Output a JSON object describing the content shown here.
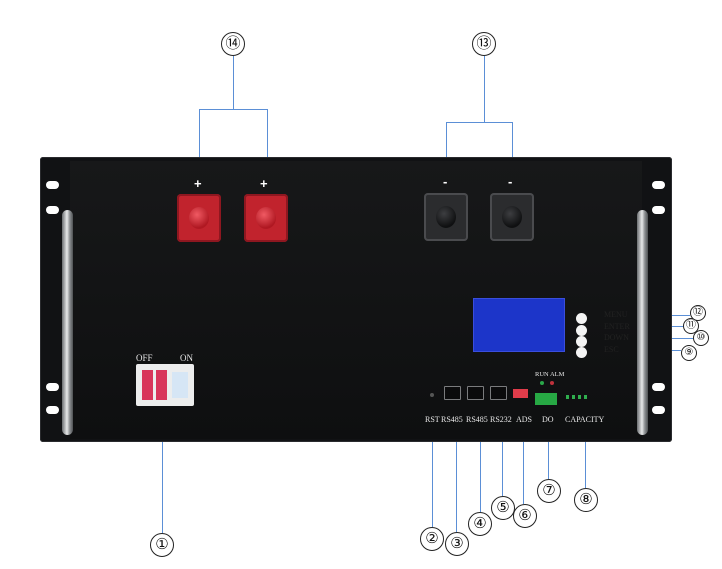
{
  "callouts": {
    "c1": "①",
    "c2": "②",
    "c3": "③",
    "c4": "④",
    "c5": "⑤",
    "c6": "⑥",
    "c7": "⑦",
    "c8": "⑧",
    "c9": "⑨",
    "c10": "⑩",
    "c11": "⑪",
    "c12": "⑫",
    "c13": "⑬",
    "c14": "⑭"
  },
  "breaker": {
    "off": "OFF",
    "on": "ON"
  },
  "terminals": {
    "plus": "+",
    "minus": "-"
  },
  "buttons": {
    "menu": "MENU",
    "enter": "ENTER",
    "down": "DOWN",
    "esc": "ESC"
  },
  "ports": {
    "rst": "RST",
    "rs485_a": "RS485",
    "rs485_b": "RS485",
    "rs232": "RS232",
    "ads": "ADS",
    "do": "DO",
    "run_alm": "RUN ALM",
    "capacity": "CAPACITY"
  },
  "colors": {
    "leader": "#5b8fd6",
    "positive": "#c1232d",
    "lcd": "#1c35c9"
  }
}
